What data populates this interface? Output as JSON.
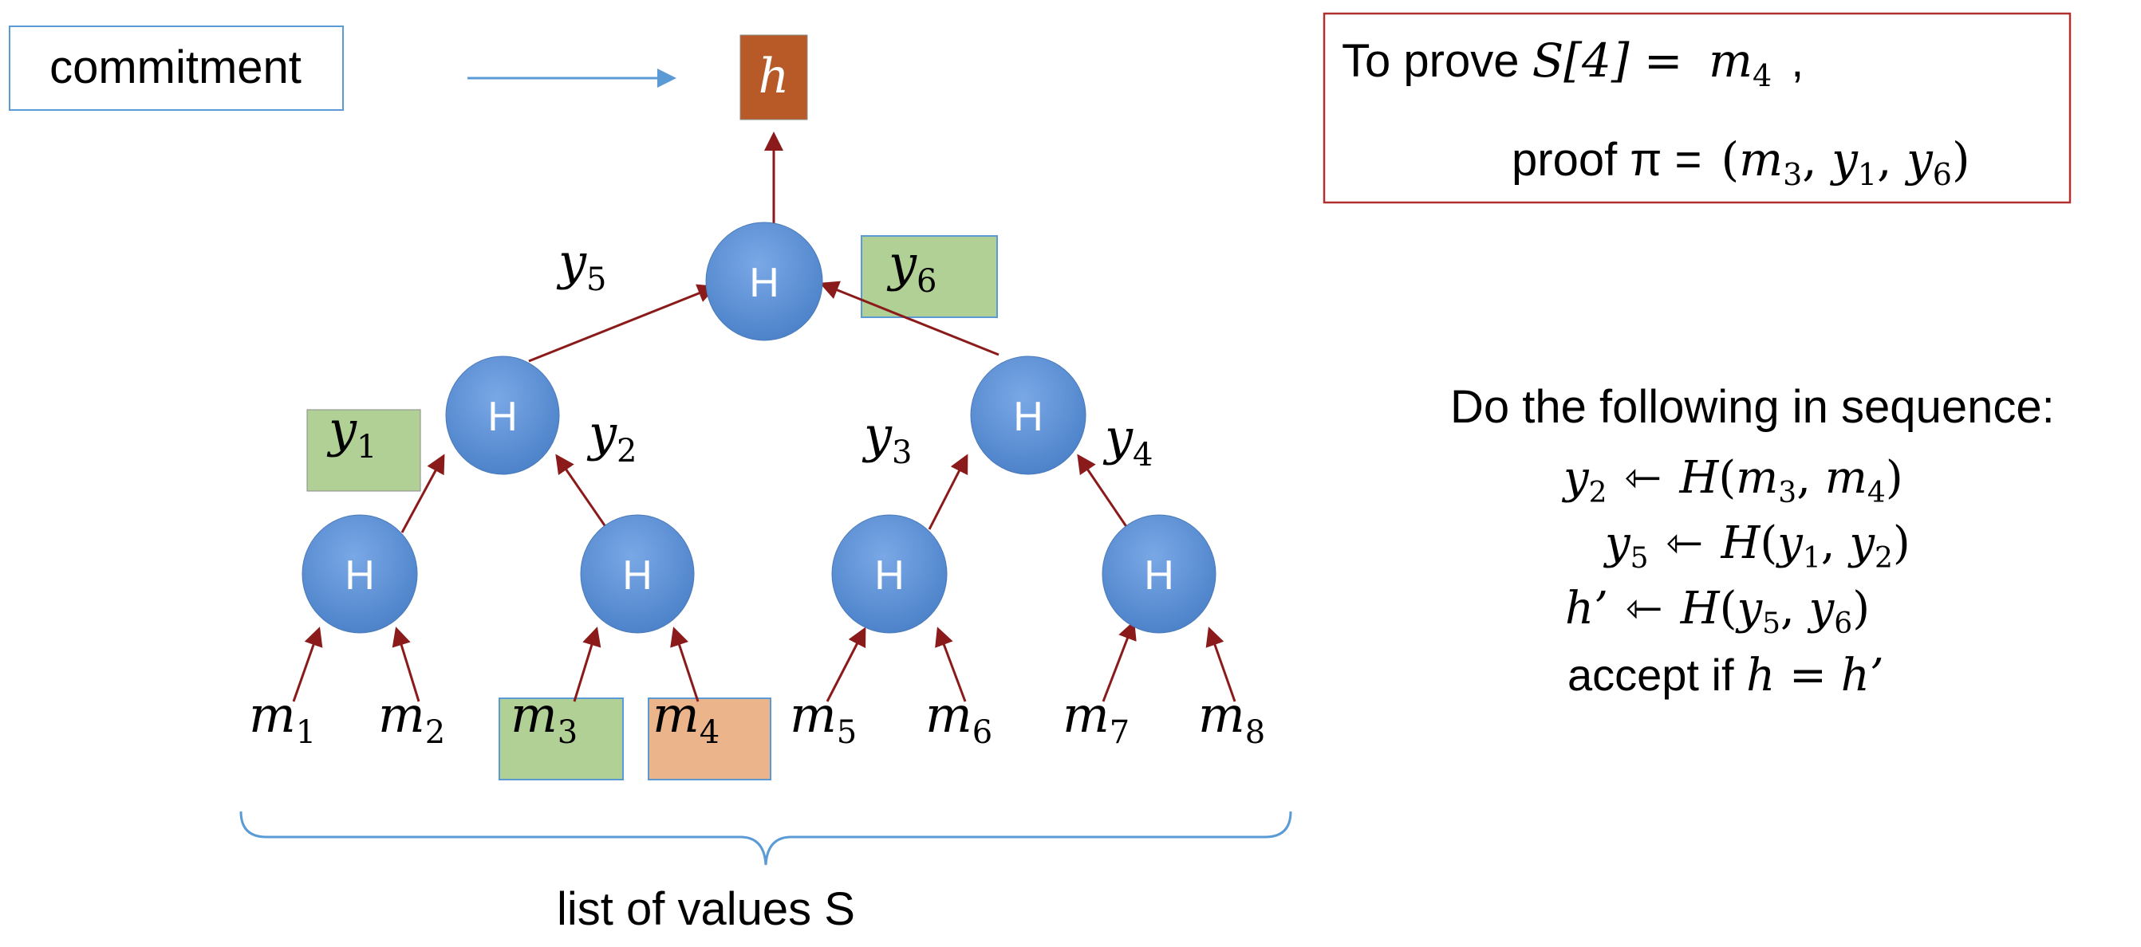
{
  "commitment_label": "commitment",
  "root": {
    "symbol": "h"
  },
  "hash_label": "H",
  "leaves": [
    {
      "base": "m",
      "sub": "1"
    },
    {
      "base": "m",
      "sub": "2"
    },
    {
      "base": "m",
      "sub": "3"
    },
    {
      "base": "m",
      "sub": "4"
    },
    {
      "base": "m",
      "sub": "5"
    },
    {
      "base": "m",
      "sub": "6"
    },
    {
      "base": "m",
      "sub": "7"
    },
    {
      "base": "m",
      "sub": "8"
    }
  ],
  "internal_labels": [
    {
      "base": "y",
      "sub": "1"
    },
    {
      "base": "y",
      "sub": "2"
    },
    {
      "base": "y",
      "sub": "3"
    },
    {
      "base": "y",
      "sub": "4"
    },
    {
      "base": "y",
      "sub": "5"
    },
    {
      "base": "y",
      "sub": "6"
    }
  ],
  "list_label": "list of values  S",
  "prove_box": {
    "line1_prefix": "To prove ",
    "line1_math": "S[4] = ",
    "line1_base": "m",
    "line1_sub": "4",
    "line1_suffix": " ,",
    "line2_prefix": "proof π = ",
    "line2_open": "(",
    "line2_items": [
      {
        "base": "m",
        "sub": "3"
      },
      {
        "base": "y",
        "sub": "1"
      },
      {
        "base": "y",
        "sub": "6"
      }
    ],
    "line2_sep": ", ",
    "line2_close": ")"
  },
  "sequence": {
    "title": "Do the following in sequence:",
    "step1": {
      "lhs_base": "y",
      "lhs_sub": "2",
      "arrow": "⇽",
      "fn": "H",
      "a_base": "m",
      "a_sub": "3",
      "b_base": "m",
      "b_sub": "4"
    },
    "step2": {
      "lhs_base": "y",
      "lhs_sub": "5",
      "arrow": "⇽",
      "fn": "H",
      "a_base": "y",
      "a_sub": "1",
      "b_base": "y",
      "b_sub": "2"
    },
    "step3": {
      "lhs": "h’",
      "arrow": "⇽",
      "fn": "H",
      "a_base": "y",
      "a_sub": "5",
      "b_base": "y",
      "b_sub": "6"
    },
    "accept_prefix": "accept if  ",
    "accept_math": "h = h’"
  },
  "colors": {
    "node_fill": "#5a8fd4",
    "root_fill": "#b85a28",
    "green_box": "#b1d095",
    "orange_box": "#ecb48a",
    "arrow_red": "#8b1a1a",
    "line_blue": "#5b9bd5",
    "prove_border": "#b03030"
  }
}
